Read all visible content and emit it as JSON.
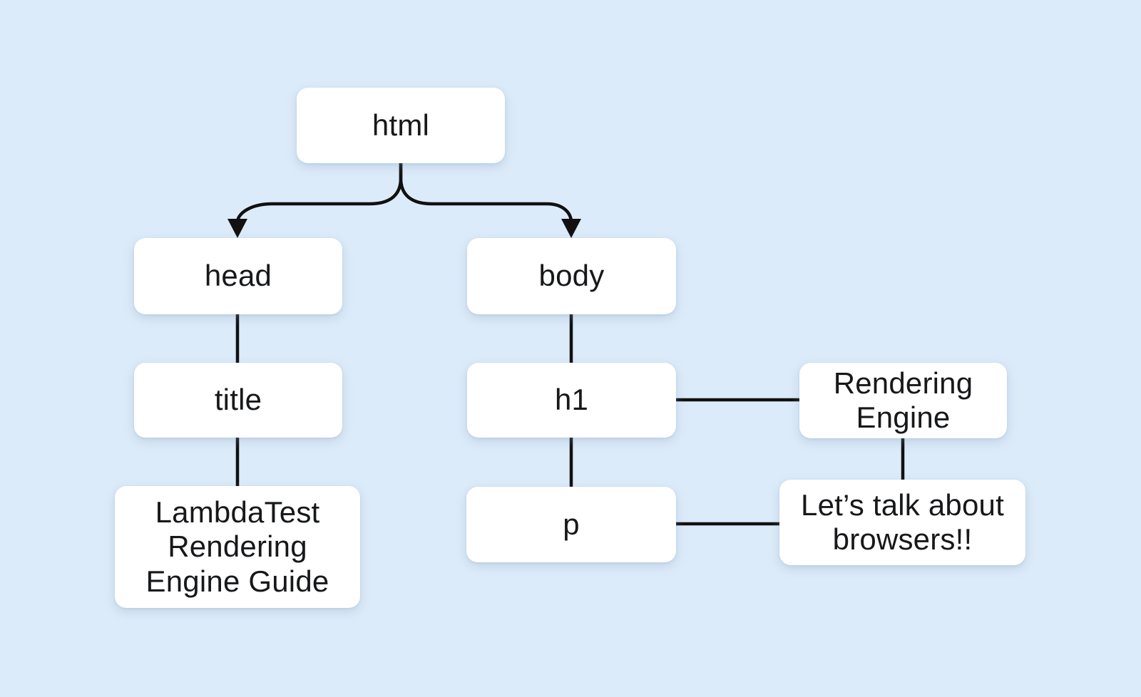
{
  "diagram": {
    "type": "dom-tree",
    "colors": {
      "background": "#dcebf9",
      "box_fill": "#ffffff",
      "line": "#111111",
      "text": "#17181a"
    },
    "nodes": {
      "html": {
        "label": "html"
      },
      "head": {
        "label": "head"
      },
      "body": {
        "label": "body"
      },
      "title": {
        "label": "title"
      },
      "h1": {
        "label": "h1"
      },
      "p": {
        "label": "p"
      },
      "title_text": {
        "label": "LambdaTest Rendering Engine Guide"
      },
      "h1_text": {
        "label": "Rendering Engine"
      },
      "p_text": {
        "label": "Let’s talk about browsers!!"
      }
    },
    "edges": [
      {
        "from": "html",
        "to": "head",
        "style": "curved-arrow"
      },
      {
        "from": "html",
        "to": "body",
        "style": "curved-arrow"
      },
      {
        "from": "head",
        "to": "title",
        "style": "line"
      },
      {
        "from": "title",
        "to": "title_text",
        "style": "line"
      },
      {
        "from": "body",
        "to": "h1",
        "style": "line"
      },
      {
        "from": "h1",
        "to": "p",
        "style": "line"
      },
      {
        "from": "h1",
        "to": "h1_text",
        "style": "line"
      },
      {
        "from": "p",
        "to": "p_text",
        "style": "line"
      },
      {
        "from": "h1_text",
        "to": "p_text",
        "style": "line"
      }
    ]
  }
}
